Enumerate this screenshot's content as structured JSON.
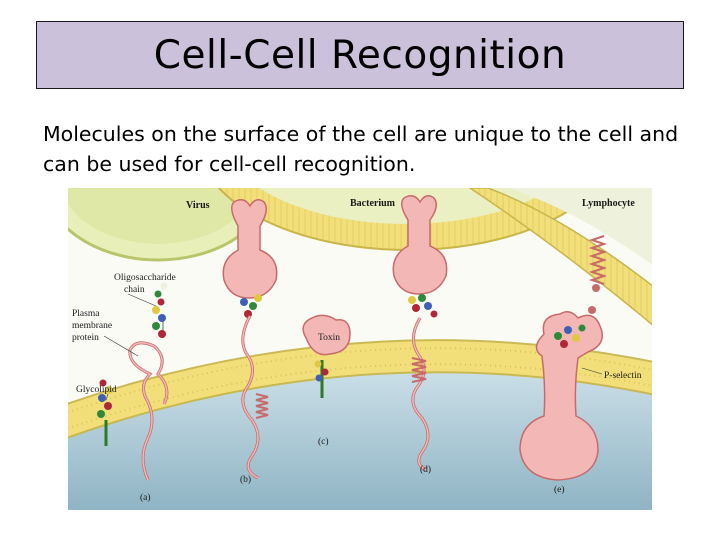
{
  "title": "Cell-Cell Recognition",
  "body_text": "Molecules on the surface of the cell are unique to the cell and can be used for cell-cell recognition.",
  "figure": {
    "labels": {
      "virus": "Virus",
      "bacterium": "Bacterium",
      "lymphocyte": "Lymphocyte",
      "oligosaccharide_line1": "Oligosaccharide",
      "oligosaccharide_line2": "chain",
      "plasma_line1": "Plasma",
      "plasma_line2": "membrane",
      "plasma_line3": "protein",
      "glycolipid": "Glycolipid",
      "toxin": "Toxin",
      "p_selectin": "P-selectin",
      "panel_a": "(a)",
      "panel_b": "(b)",
      "panel_c": "(c)",
      "panel_d": "(d)",
      "panel_e": "(e)"
    },
    "colors": {
      "membrane": "#f2df7a",
      "membrane_edge": "#c8b64a",
      "cytoplasm": "#a8c6d2",
      "virus": "#dfe8a6",
      "bacterium": "#eaf0c2",
      "protein": "#f3b8b6",
      "protein_edge": "#c86a6a"
    }
  }
}
